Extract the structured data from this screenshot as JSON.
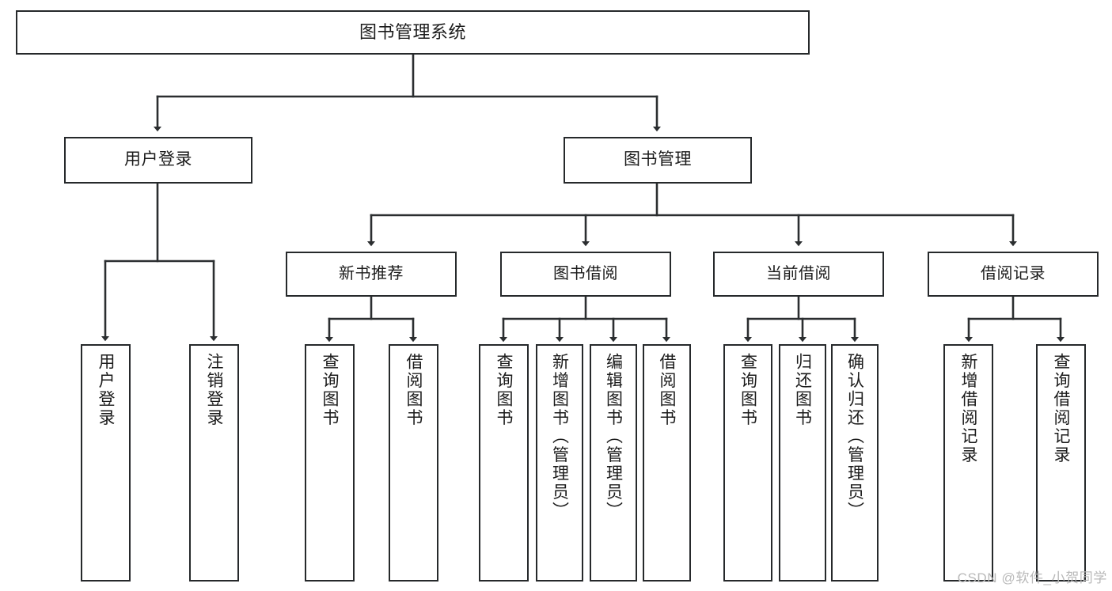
{
  "diagram": {
    "type": "tree-hierarchy",
    "title": "图书管理系统",
    "watermark": "CSDN @软件_小贺同学",
    "colors": {
      "background": "#ffffff",
      "border": "#26292b",
      "text": "#1b1b1b",
      "edge": "#2b2e30",
      "watermark": "#b9b9b9"
    },
    "nodes": {
      "root": {
        "label": "图书管理系统"
      },
      "level1": [
        {
          "id": "user-login",
          "label": "用户登录"
        },
        {
          "id": "book-manage",
          "label": "图书管理"
        }
      ],
      "level2": [
        {
          "id": "new-book-recommend",
          "label": "新书推荐"
        },
        {
          "id": "book-borrow",
          "label": "图书借阅"
        },
        {
          "id": "current-borrow",
          "label": "当前借阅"
        },
        {
          "id": "borrow-record",
          "label": "借阅记录"
        }
      ],
      "leaves": [
        {
          "id": "leaf-user-login",
          "label": "用户登录",
          "parent": "user-login"
        },
        {
          "id": "leaf-logout-login",
          "label": "注销登录",
          "parent": "user-login"
        },
        {
          "id": "leaf-query-book-1",
          "label": "查询图书",
          "parent": "new-book-recommend"
        },
        {
          "id": "leaf-borrow-book-1",
          "label": "借阅图书",
          "parent": "new-book-recommend"
        },
        {
          "id": "leaf-query-book-2",
          "label": "查询图书",
          "parent": "book-borrow"
        },
        {
          "id": "leaf-add-book",
          "label": "新增图书（管理员）",
          "parent": "book-borrow"
        },
        {
          "id": "leaf-edit-book",
          "label": "编辑图书（管理员）",
          "parent": "book-borrow"
        },
        {
          "id": "leaf-borrow-book-2",
          "label": "借阅图书",
          "parent": "book-borrow"
        },
        {
          "id": "leaf-query-book-3",
          "label": "查询图书",
          "parent": "current-borrow"
        },
        {
          "id": "leaf-return-book",
          "label": "归还图书",
          "parent": "current-borrow"
        },
        {
          "id": "leaf-confirm-return",
          "label": "确认归还（管理员）",
          "parent": "current-borrow"
        },
        {
          "id": "leaf-add-record",
          "label": "新增借阅记录",
          "parent": "borrow-record"
        },
        {
          "id": "leaf-query-record",
          "label": "查询借阅记录",
          "parent": "borrow-record"
        }
      ]
    }
  }
}
